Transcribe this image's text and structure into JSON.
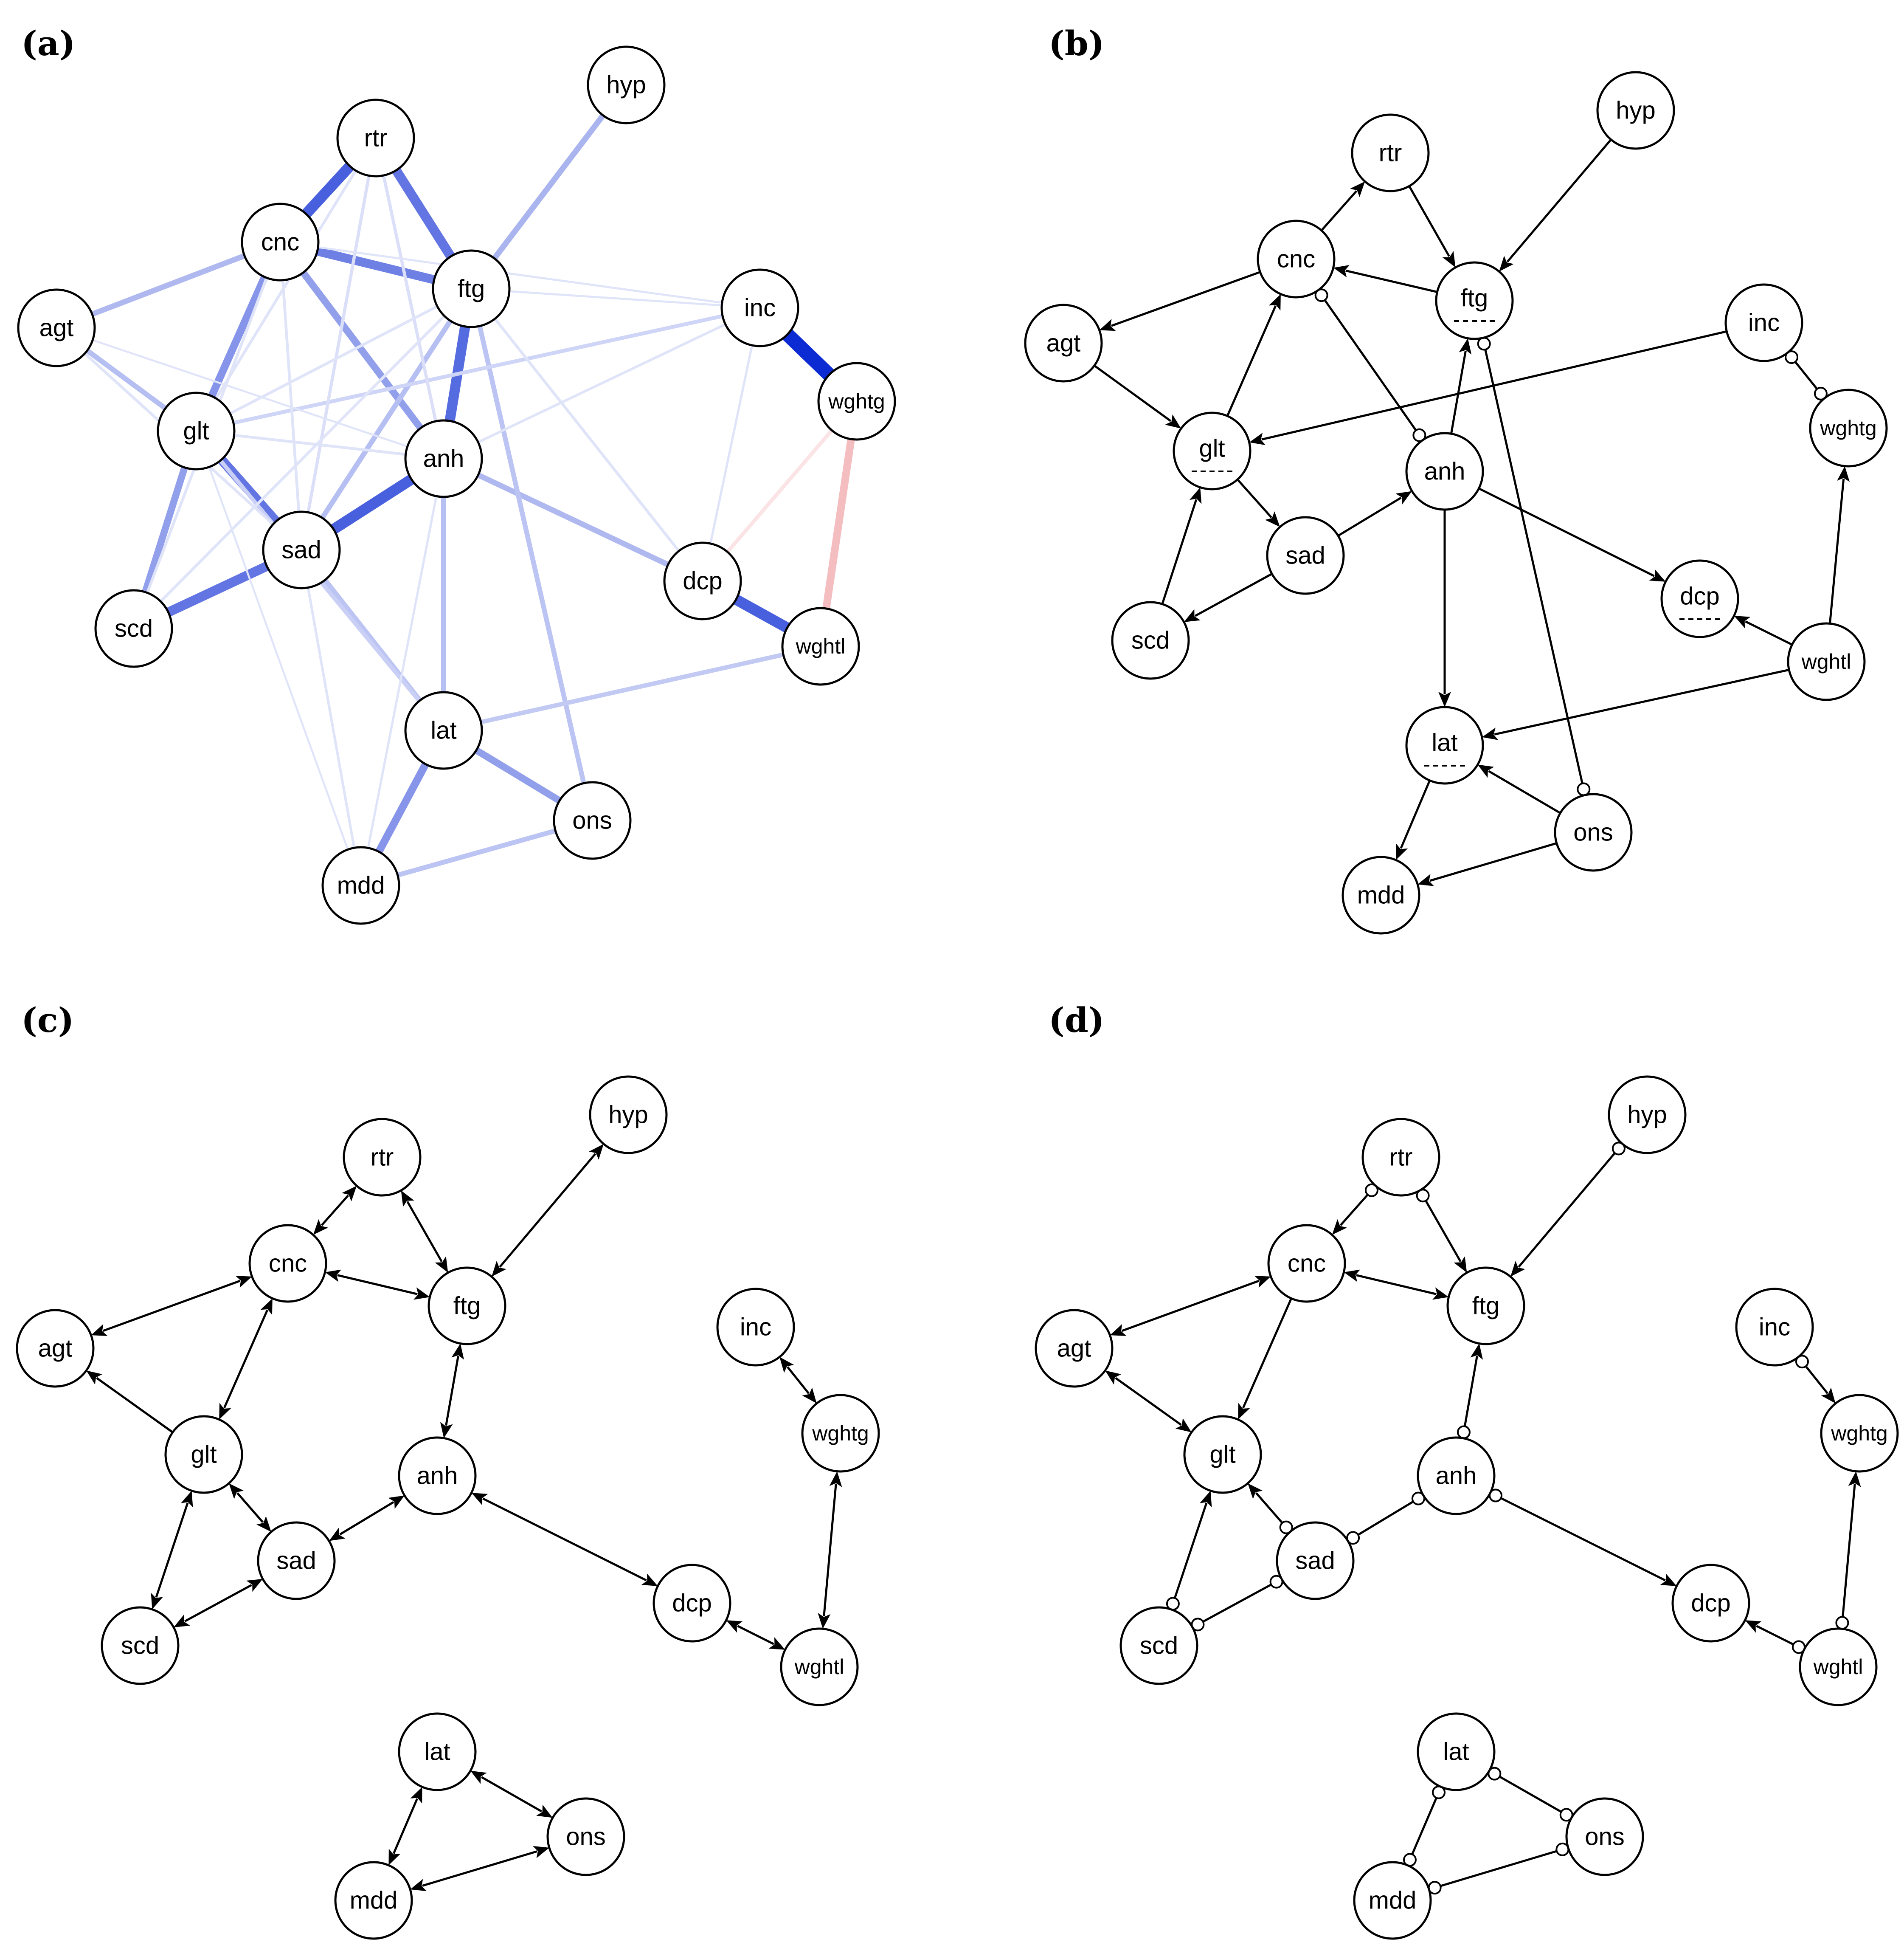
{
  "colors": {
    "positive_edge": "#0020d0",
    "negative_edge": "#e8737a",
    "line": "#000000",
    "node_fill": "#ffffff"
  },
  "panels": [
    {
      "id": "a",
      "label": "(a)",
      "type": "weighted",
      "nodes": [
        {
          "id": "hyp",
          "label": "hyp"
        },
        {
          "id": "rtr",
          "label": "rtr"
        },
        {
          "id": "cnc",
          "label": "cnc"
        },
        {
          "id": "ftg",
          "label": "ftg"
        },
        {
          "id": "inc",
          "label": "inc"
        },
        {
          "id": "agt",
          "label": "agt"
        },
        {
          "id": "wghtg",
          "label": "wghtg"
        },
        {
          "id": "glt",
          "label": "glt"
        },
        {
          "id": "anh",
          "label": "anh"
        },
        {
          "id": "sad",
          "label": "sad"
        },
        {
          "id": "dcp",
          "label": "dcp"
        },
        {
          "id": "scd",
          "label": "scd"
        },
        {
          "id": "wghtl",
          "label": "wghtl"
        },
        {
          "id": "lat",
          "label": "lat"
        },
        {
          "id": "ons",
          "label": "ons"
        },
        {
          "id": "mdd",
          "label": "mdd"
        }
      ],
      "edges": [
        {
          "from": "inc",
          "to": "wghtg",
          "weight": 1.0,
          "sign": "+"
        },
        {
          "from": "dcp",
          "to": "wghtl",
          "weight": 0.75,
          "sign": "+"
        },
        {
          "from": "rtr",
          "to": "cnc",
          "weight": 0.75,
          "sign": "+"
        },
        {
          "from": "sad",
          "to": "anh",
          "weight": 0.75,
          "sign": "+"
        },
        {
          "from": "ftg",
          "to": "anh",
          "weight": 0.7,
          "sign": "+"
        },
        {
          "from": "rtr",
          "to": "ftg",
          "weight": 0.65,
          "sign": "+"
        },
        {
          "from": "glt",
          "to": "sad",
          "weight": 0.65,
          "sign": "+"
        },
        {
          "from": "sad",
          "to": "scd",
          "weight": 0.65,
          "sign": "+"
        },
        {
          "from": "cnc",
          "to": "ftg",
          "weight": 0.6,
          "sign": "+"
        },
        {
          "from": "mdd",
          "to": "lat",
          "weight": 0.5,
          "sign": "+"
        },
        {
          "from": "cnc",
          "to": "glt",
          "weight": 0.5,
          "sign": "+"
        },
        {
          "from": "glt",
          "to": "scd",
          "weight": 0.45,
          "sign": "+"
        },
        {
          "from": "cnc",
          "to": "anh",
          "weight": 0.45,
          "sign": "+"
        },
        {
          "from": "lat",
          "to": "ons",
          "weight": 0.45,
          "sign": "+"
        },
        {
          "from": "wghtg",
          "to": "wghtl",
          "weight": 0.5,
          "sign": "-"
        },
        {
          "from": "hyp",
          "to": "ftg",
          "weight": 0.35,
          "sign": "+"
        },
        {
          "from": "agt",
          "to": "cnc",
          "weight": 0.33,
          "sign": "+"
        },
        {
          "from": "agt",
          "to": "glt",
          "weight": 0.3,
          "sign": "+"
        },
        {
          "from": "anh",
          "to": "dcp",
          "weight": 0.33,
          "sign": "+"
        },
        {
          "from": "anh",
          "to": "lat",
          "weight": 0.3,
          "sign": "+"
        },
        {
          "from": "ftg",
          "to": "sad",
          "weight": 0.3,
          "sign": "+"
        },
        {
          "from": "ftg",
          "to": "ons",
          "weight": 0.28,
          "sign": "+"
        },
        {
          "from": "lat",
          "to": "wghtl",
          "weight": 0.25,
          "sign": "+"
        },
        {
          "from": "mdd",
          "to": "ons",
          "weight": 0.28,
          "sign": "+"
        },
        {
          "from": "sad",
          "to": "lat",
          "weight": 0.28,
          "sign": "+"
        },
        {
          "from": "glt",
          "to": "lat",
          "weight": 0.22,
          "sign": "+"
        },
        {
          "from": "glt",
          "to": "inc",
          "weight": 0.2,
          "sign": "+"
        },
        {
          "from": "rtr",
          "to": "sad",
          "weight": 0.15,
          "sign": "+"
        },
        {
          "from": "rtr",
          "to": "anh",
          "weight": 0.15,
          "sign": "+"
        },
        {
          "from": "rtr",
          "to": "glt",
          "weight": 0.12,
          "sign": "+"
        },
        {
          "from": "cnc",
          "to": "sad",
          "weight": 0.12,
          "sign": "+"
        },
        {
          "from": "cnc",
          "to": "scd",
          "weight": 0.12,
          "sign": "+"
        },
        {
          "from": "ftg",
          "to": "glt",
          "weight": 0.12,
          "sign": "+"
        },
        {
          "from": "ftg",
          "to": "scd",
          "weight": 0.12,
          "sign": "+"
        },
        {
          "from": "ftg",
          "to": "dcp",
          "weight": 0.12,
          "sign": "+"
        },
        {
          "from": "glt",
          "to": "anh",
          "weight": 0.12,
          "sign": "+"
        },
        {
          "from": "agt",
          "to": "sad",
          "weight": 0.12,
          "sign": "+"
        },
        {
          "from": "anh",
          "to": "inc",
          "weight": 0.1,
          "sign": "+"
        },
        {
          "from": "sad",
          "to": "mdd",
          "weight": 0.1,
          "sign": "+"
        },
        {
          "from": "anh",
          "to": "mdd",
          "weight": 0.08,
          "sign": "+"
        },
        {
          "from": "inc",
          "to": "dcp",
          "weight": 0.08,
          "sign": "+"
        },
        {
          "from": "ftg",
          "to": "inc",
          "weight": 0.06,
          "sign": "+"
        },
        {
          "from": "cnc",
          "to": "inc",
          "weight": 0.06,
          "sign": "+"
        },
        {
          "from": "glt",
          "to": "mdd",
          "weight": 0.05,
          "sign": "+"
        },
        {
          "from": "agt",
          "to": "anh",
          "weight": 0.05,
          "sign": "+"
        },
        {
          "from": "wghtg",
          "to": "dcp",
          "weight": 0.2,
          "sign": "-"
        }
      ]
    },
    {
      "id": "b",
      "label": "(b)",
      "type": "directed",
      "nodes": [
        {
          "id": "hyp",
          "label": "hyp"
        },
        {
          "id": "rtr",
          "label": "rtr"
        },
        {
          "id": "cnc",
          "label": "cnc"
        },
        {
          "id": "ftg",
          "label": "ftg",
          "dashed": true
        },
        {
          "id": "inc",
          "label": "inc"
        },
        {
          "id": "agt",
          "label": "agt"
        },
        {
          "id": "wghtg",
          "label": "wghtg"
        },
        {
          "id": "glt",
          "label": "glt",
          "dashed": true
        },
        {
          "id": "anh",
          "label": "anh"
        },
        {
          "id": "sad",
          "label": "sad"
        },
        {
          "id": "dcp",
          "label": "dcp",
          "dashed": true
        },
        {
          "id": "scd",
          "label": "scd"
        },
        {
          "id": "wghtl",
          "label": "wghtl"
        },
        {
          "id": "lat",
          "label": "lat",
          "dashed": true
        },
        {
          "id": "ons",
          "label": "ons"
        },
        {
          "id": "mdd",
          "label": "mdd"
        }
      ],
      "edges": [
        {
          "from": "cnc",
          "to": "rtr",
          "tail": "none",
          "head": "arrow"
        },
        {
          "from": "rtr",
          "to": "ftg",
          "tail": "none",
          "head": "arrow"
        },
        {
          "from": "hyp",
          "to": "ftg",
          "tail": "none",
          "head": "arrow"
        },
        {
          "from": "ftg",
          "to": "cnc",
          "tail": "none",
          "head": "arrow"
        },
        {
          "from": "cnc",
          "to": "agt",
          "tail": "none",
          "head": "arrow"
        },
        {
          "from": "agt",
          "to": "glt",
          "tail": "none",
          "head": "arrow"
        },
        {
          "from": "glt",
          "to": "cnc",
          "tail": "none",
          "head": "arrow"
        },
        {
          "from": "inc",
          "to": "glt",
          "tail": "none",
          "head": "arrow"
        },
        {
          "from": "anh",
          "to": "cnc",
          "tail": "circle",
          "head": "circle"
        },
        {
          "from": "anh",
          "to": "ftg",
          "tail": "none",
          "head": "arrow"
        },
        {
          "from": "glt",
          "to": "sad",
          "tail": "none",
          "head": "arrow"
        },
        {
          "from": "sad",
          "to": "anh",
          "tail": "none",
          "head": "arrow"
        },
        {
          "from": "scd",
          "to": "glt",
          "tail": "none",
          "head": "arrow"
        },
        {
          "from": "sad",
          "to": "scd",
          "tail": "none",
          "head": "arrow"
        },
        {
          "from": "anh",
          "to": "dcp",
          "tail": "none",
          "head": "arrow"
        },
        {
          "from": "anh",
          "to": "lat",
          "tail": "none",
          "head": "arrow"
        },
        {
          "from": "inc",
          "to": "wghtg",
          "tail": "circle",
          "head": "circle"
        },
        {
          "from": "wghtl",
          "to": "wghtg",
          "tail": "none",
          "head": "arrow"
        },
        {
          "from": "wghtl",
          "to": "dcp",
          "tail": "none",
          "head": "arrow"
        },
        {
          "from": "wghtl",
          "to": "lat",
          "tail": "none",
          "head": "arrow"
        },
        {
          "from": "ons",
          "to": "ftg",
          "tail": "circle",
          "head": "circle"
        },
        {
          "from": "ons",
          "to": "lat",
          "tail": "none",
          "head": "arrow"
        },
        {
          "from": "lat",
          "to": "mdd",
          "tail": "none",
          "head": "arrow"
        },
        {
          "from": "ons",
          "to": "mdd",
          "tail": "none",
          "head": "arrow"
        }
      ]
    },
    {
      "id": "c",
      "label": "(c)",
      "type": "directed",
      "nodes": [
        {
          "id": "hyp",
          "label": "hyp"
        },
        {
          "id": "rtr",
          "label": "rtr"
        },
        {
          "id": "cnc",
          "label": "cnc"
        },
        {
          "id": "ftg",
          "label": "ftg"
        },
        {
          "id": "inc",
          "label": "inc"
        },
        {
          "id": "agt",
          "label": "agt"
        },
        {
          "id": "wghtg",
          "label": "wghtg"
        },
        {
          "id": "glt",
          "label": "glt"
        },
        {
          "id": "anh",
          "label": "anh"
        },
        {
          "id": "sad",
          "label": "sad"
        },
        {
          "id": "dcp",
          "label": "dcp"
        },
        {
          "id": "scd",
          "label": "scd"
        },
        {
          "id": "wghtl",
          "label": "wghtl"
        },
        {
          "id": "lat",
          "label": "lat"
        },
        {
          "id": "ons",
          "label": "ons"
        },
        {
          "id": "mdd",
          "label": "mdd"
        }
      ],
      "edges": [
        {
          "from": "rtr",
          "to": "cnc",
          "tail": "arrow",
          "head": "arrow"
        },
        {
          "from": "rtr",
          "to": "ftg",
          "tail": "arrow",
          "head": "arrow"
        },
        {
          "from": "hyp",
          "to": "ftg",
          "tail": "arrow",
          "head": "arrow"
        },
        {
          "from": "cnc",
          "to": "ftg",
          "tail": "arrow",
          "head": "arrow"
        },
        {
          "from": "cnc",
          "to": "agt",
          "tail": "arrow",
          "head": "arrow"
        },
        {
          "from": "cnc",
          "to": "glt",
          "tail": "arrow",
          "head": "arrow"
        },
        {
          "from": "glt",
          "to": "agt",
          "tail": "none",
          "head": "arrow"
        },
        {
          "from": "ftg",
          "to": "anh",
          "tail": "arrow",
          "head": "arrow"
        },
        {
          "from": "glt",
          "to": "sad",
          "tail": "arrow",
          "head": "arrow"
        },
        {
          "from": "glt",
          "to": "scd",
          "tail": "arrow",
          "head": "arrow"
        },
        {
          "from": "sad",
          "to": "scd",
          "tail": "arrow",
          "head": "arrow"
        },
        {
          "from": "sad",
          "to": "anh",
          "tail": "arrow",
          "head": "arrow"
        },
        {
          "from": "anh",
          "to": "dcp",
          "tail": "arrow",
          "head": "arrow"
        },
        {
          "from": "dcp",
          "to": "wghtl",
          "tail": "arrow",
          "head": "arrow"
        },
        {
          "from": "inc",
          "to": "wghtg",
          "tail": "arrow",
          "head": "arrow"
        },
        {
          "from": "wghtg",
          "to": "wghtl",
          "tail": "arrow",
          "head": "arrow"
        },
        {
          "from": "lat",
          "to": "ons",
          "tail": "arrow",
          "head": "arrow"
        },
        {
          "from": "lat",
          "to": "mdd",
          "tail": "arrow",
          "head": "arrow"
        },
        {
          "from": "mdd",
          "to": "ons",
          "tail": "arrow",
          "head": "arrow"
        }
      ]
    },
    {
      "id": "d",
      "label": "(d)",
      "type": "directed",
      "nodes": [
        {
          "id": "hyp",
          "label": "hyp"
        },
        {
          "id": "rtr",
          "label": "rtr"
        },
        {
          "id": "cnc",
          "label": "cnc"
        },
        {
          "id": "ftg",
          "label": "ftg"
        },
        {
          "id": "inc",
          "label": "inc"
        },
        {
          "id": "agt",
          "label": "agt"
        },
        {
          "id": "wghtg",
          "label": "wghtg"
        },
        {
          "id": "glt",
          "label": "glt"
        },
        {
          "id": "anh",
          "label": "anh"
        },
        {
          "id": "sad",
          "label": "sad"
        },
        {
          "id": "dcp",
          "label": "dcp"
        },
        {
          "id": "scd",
          "label": "scd"
        },
        {
          "id": "wghtl",
          "label": "wghtl"
        },
        {
          "id": "lat",
          "label": "lat"
        },
        {
          "id": "ons",
          "label": "ons"
        },
        {
          "id": "mdd",
          "label": "mdd"
        }
      ],
      "edges": [
        {
          "from": "rtr",
          "to": "cnc",
          "tail": "circle",
          "head": "arrow"
        },
        {
          "from": "rtr",
          "to": "ftg",
          "tail": "circle",
          "head": "arrow"
        },
        {
          "from": "hyp",
          "to": "ftg",
          "tail": "circle",
          "head": "arrow"
        },
        {
          "from": "cnc",
          "to": "ftg",
          "tail": "arrow",
          "head": "arrow"
        },
        {
          "from": "cnc",
          "to": "agt",
          "tail": "arrow",
          "head": "arrow"
        },
        {
          "from": "agt",
          "to": "glt",
          "tail": "arrow",
          "head": "arrow"
        },
        {
          "from": "cnc",
          "to": "glt",
          "tail": "none",
          "head": "arrow"
        },
        {
          "from": "anh",
          "to": "ftg",
          "tail": "circle",
          "head": "arrow"
        },
        {
          "from": "sad",
          "to": "glt",
          "tail": "circle",
          "head": "arrow"
        },
        {
          "from": "scd",
          "to": "glt",
          "tail": "circle",
          "head": "arrow"
        },
        {
          "from": "sad",
          "to": "anh",
          "tail": "circle",
          "head": "circle"
        },
        {
          "from": "scd",
          "to": "sad",
          "tail": "circle",
          "head": "circle"
        },
        {
          "from": "anh",
          "to": "dcp",
          "tail": "circle",
          "head": "arrow"
        },
        {
          "from": "wghtl",
          "to": "dcp",
          "tail": "circle",
          "head": "arrow"
        },
        {
          "from": "inc",
          "to": "wghtg",
          "tail": "circle",
          "head": "arrow"
        },
        {
          "from": "wghtl",
          "to": "wghtg",
          "tail": "circle",
          "head": "arrow"
        },
        {
          "from": "lat",
          "to": "ons",
          "tail": "circle",
          "head": "circle"
        },
        {
          "from": "lat",
          "to": "mdd",
          "tail": "circle",
          "head": "circle"
        },
        {
          "from": "mdd",
          "to": "ons",
          "tail": "circle",
          "head": "circle"
        }
      ]
    }
  ]
}
